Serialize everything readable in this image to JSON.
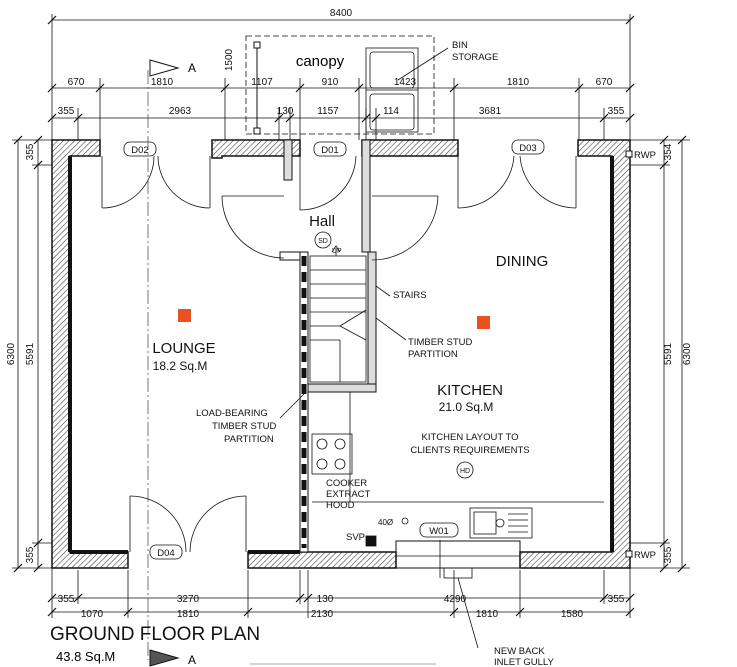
{
  "overall": {
    "width": "8400",
    "height": "6300",
    "inner_height": "5591"
  },
  "top_row1": [
    "670",
    "1810",
    "1500",
    "1107",
    "910",
    "1423",
    "1810",
    "670"
  ],
  "top_row2": [
    "355",
    "2963",
    "130",
    "1157",
    "114",
    "3681",
    "355"
  ],
  "bottom_row1": [
    "355",
    "3270",
    "130",
    "4290",
    "355"
  ],
  "bottom_row2": [
    "1070",
    "1810",
    "2130",
    "1810",
    "1580"
  ],
  "left_dims": [
    "355",
    "355"
  ],
  "right_dims": [
    "354",
    "355"
  ],
  "section_mark": "A",
  "doors": [
    "D02",
    "D01",
    "D03",
    "D04"
  ],
  "window": "W01",
  "rwp": "RWP",
  "labels": {
    "canopy": "canopy",
    "bin_storage": [
      "BIN",
      "STORAGE"
    ],
    "hall": "Hall",
    "sd": "SD",
    "up": "UP",
    "hd": "HD",
    "stairs": "STAIRS",
    "timber_stud": [
      "TIMBER STUD",
      "PARTITION"
    ],
    "load_bearing": [
      "LOAD-BEARING",
      "TIMBER STUD",
      "PARTITION"
    ],
    "kitchen_layout": [
      "KITCHEN LAYOUT TO",
      "CLIENTS REQUIREMENTS"
    ],
    "cooker": [
      "COOKER",
      "EXTRACT",
      "HOOD"
    ],
    "svp": "SVP",
    "pipe": "40Ø",
    "gully": [
      "NEW BACK",
      "INLET GULLY"
    ]
  },
  "rooms": {
    "lounge": {
      "name": "LOUNGE",
      "area": "18.2 Sq.M"
    },
    "dining": {
      "name": "DINING"
    },
    "kitchen": {
      "name": "KITCHEN",
      "area": "21.0 Sq.M"
    }
  },
  "title": {
    "text": "GROUND FLOOR PLAN",
    "area": "43.8 Sq.M"
  },
  "colors": {
    "line": "#111111",
    "hatch": "#555555",
    "marker": "#e8521e"
  }
}
